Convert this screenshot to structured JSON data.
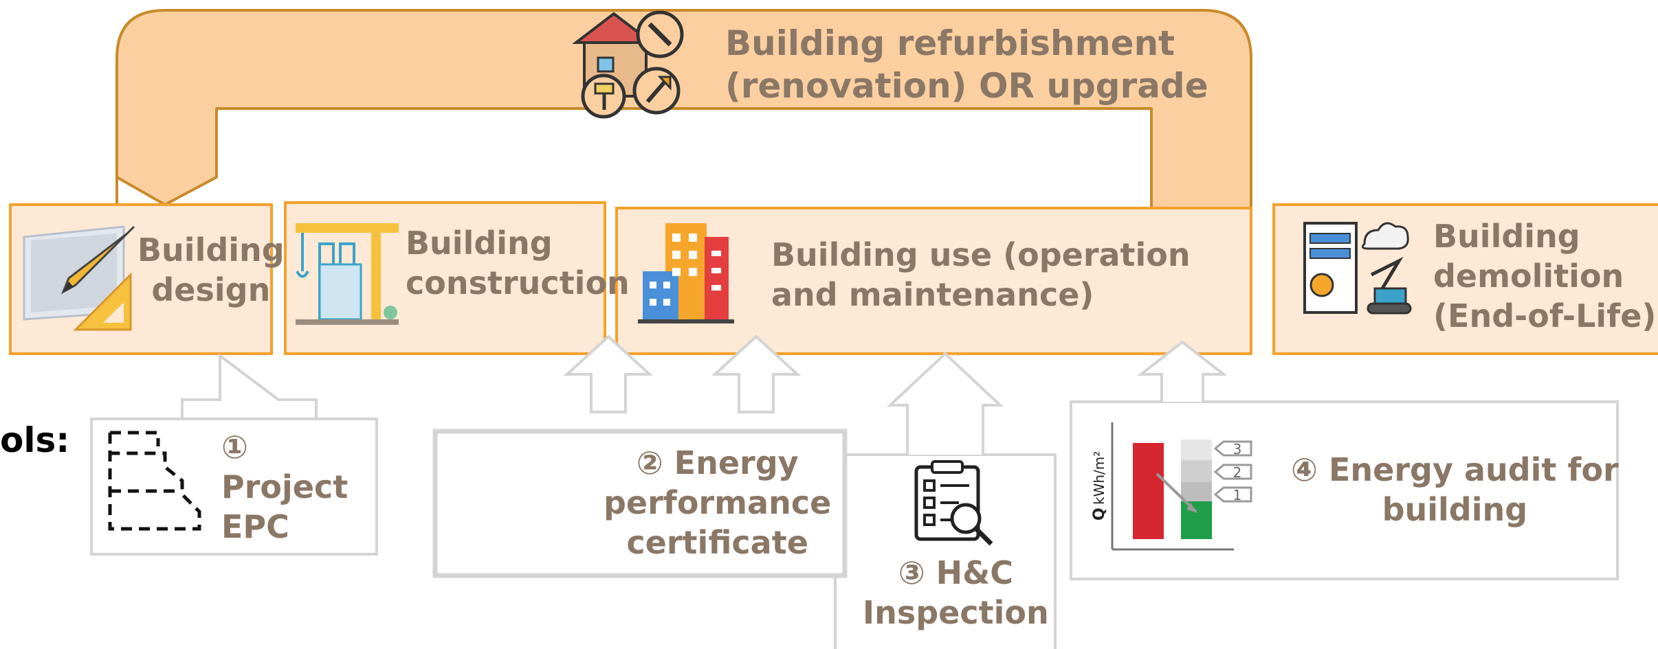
{
  "refurbishment": {
    "line1": "Building refurbishment",
    "line2": "(renovation) OR upgrade"
  },
  "stages": {
    "design": {
      "line1": "Building",
      "line2": "design"
    },
    "construction": {
      "line1": "Building",
      "line2": "construction"
    },
    "use": {
      "line1": "Building use (operation",
      "line2": "and maintenance)"
    },
    "demolition": {
      "line1": "Building",
      "line2": "demolition",
      "line3": "(End-of-Life)"
    }
  },
  "tools_label": "ols:",
  "tools": {
    "project_epc": {
      "line1": "①",
      "line2": "Project",
      "line3": "EPC"
    },
    "epc": {
      "line1": "② Energy",
      "line2": "performance",
      "line3": "certificate"
    },
    "hc": {
      "line1": "③ H&C",
      "line2": "Inspection"
    },
    "audit": {
      "line1": "④ Energy audit for",
      "line2": "building"
    }
  },
  "audit_chart": {
    "ylabel": "kWh/m²",
    "q_label": "Q",
    "steps": [
      "3",
      "2",
      "1"
    ]
  },
  "colors": {
    "stage_fill": "#fde9d6",
    "stage_border": "#f4a12c",
    "loop_fill": "#fbcfa0",
    "loop_border": "#c98a2a",
    "text": "#8a7766",
    "tool_border": "#d4d4d4"
  }
}
